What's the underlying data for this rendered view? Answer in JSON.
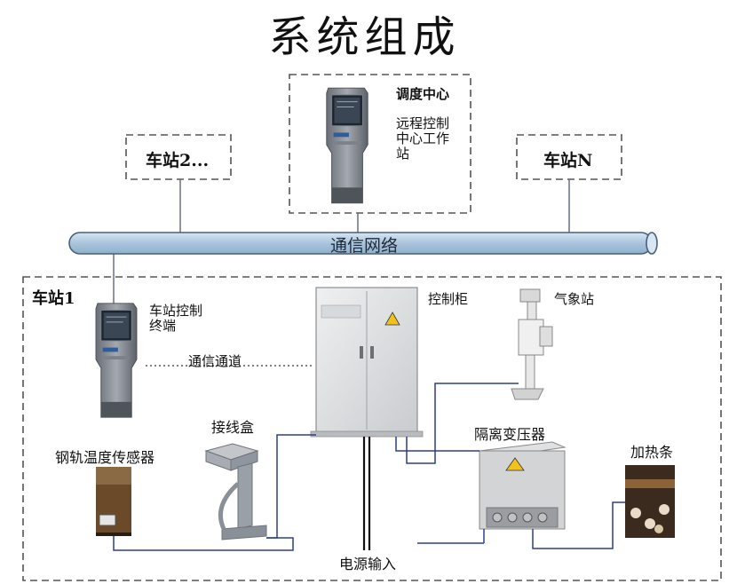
{
  "title": "系统组成",
  "dispatch": {
    "name": "调度中心",
    "desc": "远程控制\n中心工作\n站"
  },
  "stations": {
    "station2": "车站2...",
    "stationN": "车站N",
    "station1": "车站1"
  },
  "bus": {
    "label": "通信网络"
  },
  "station1": {
    "terminal": "车站控制\n终端",
    "channel": "通信通道",
    "cabinet": "控制柜",
    "weather": "气象站",
    "junction": "接线盒",
    "rail_sensor": "钢轨温度传感器",
    "transformer": "隔离变压器",
    "heater": "加热条",
    "power": "电源输入"
  },
  "colors": {
    "bus_fill": "#b4cee4",
    "bus_stroke": "#4a5f7a",
    "link_blue": "#2f3f8f",
    "dash": "#555555",
    "cabinet": "#e1e4e6",
    "warning": "#f2c21a"
  }
}
